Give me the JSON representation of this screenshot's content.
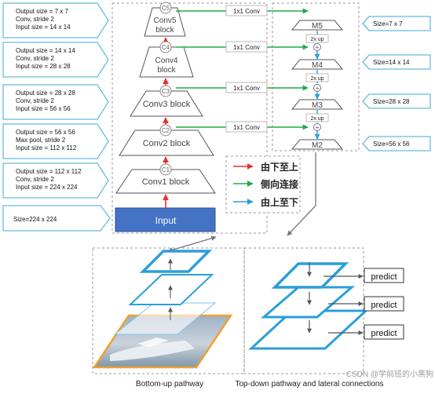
{
  "bottom_up": {
    "stages": [
      {
        "block": "Conv1 block",
        "tag": "C1",
        "info": [
          "Output size = 112 x 112",
          "Conv, stride 2",
          "Input size = 224 x 224"
        ]
      },
      {
        "block": "Conv2 block",
        "tag": "C2",
        "info": [
          "Output size = 56 x 56",
          "Max pool, stride 2",
          "Input size = 112 x 112"
        ]
      },
      {
        "block": "Conv3 block",
        "tag": "C3",
        "info": [
          "Output size = 28 x 28",
          "Conv, stride 2",
          "Input size = 56 x 56"
        ]
      },
      {
        "block": "Conv4 block",
        "tag": "C4",
        "info": [
          "Output size = 14 x 14",
          "Conv, stride 2",
          "Input size = 28 x 28"
        ]
      },
      {
        "block": "Conv5 block",
        "tag": "C5",
        "info": [
          "Output size = 7 x 7",
          "Conv, stride 2",
          "Input size = 14 x 14"
        ]
      }
    ],
    "input_label": "Input",
    "input_size": "Size=224 x 224"
  },
  "lateral": {
    "label": "1x1 Conv"
  },
  "top_down": {
    "levels": [
      {
        "name": "M5",
        "size": "Size=7 x 7"
      },
      {
        "name": "M4",
        "size": "Size=14 x 14"
      },
      {
        "name": "M3",
        "size": "Size=28 x 28"
      },
      {
        "name": "M2",
        "size": "Size=56 x 56"
      }
    ],
    "upsample": "2x up"
  },
  "legend": [
    {
      "text": "由下至上",
      "color": "#e8322d"
    },
    {
      "text": "侧向连接",
      "color": "#22a84a"
    },
    {
      "text": "由上至下",
      "color": "#2b9fd9"
    }
  ],
  "bottom": {
    "predict": [
      "predict",
      "predict",
      "predict"
    ],
    "captions": [
      "Bottom-up pathway",
      "Top-down pathway and lateral connections"
    ],
    "watermark": "CSDN @学前班的小黑狗"
  },
  "colors": {
    "upward": "#e8322d",
    "lateral": "#22a84a",
    "downward": "#2b9fd9",
    "input_fill": "#4472c4",
    "blue_layer": "#2b9fd9",
    "orange": "#f0a030"
  }
}
